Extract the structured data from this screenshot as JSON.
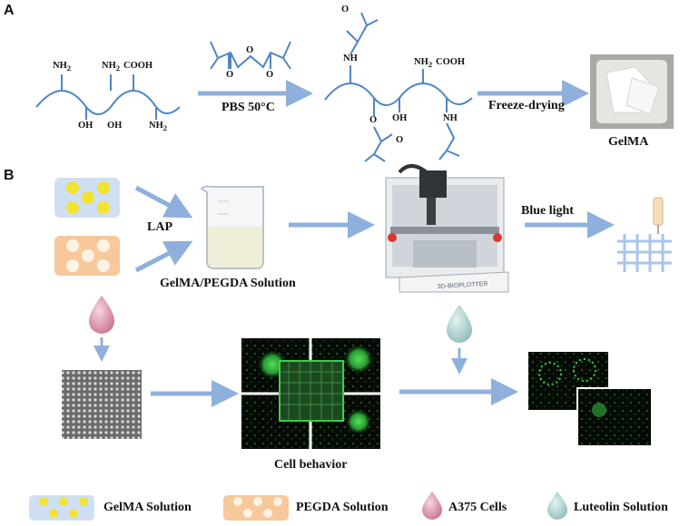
{
  "panels": {
    "a": "A",
    "b": "B"
  },
  "chem": {
    "nh2": "NH",
    "sub2": "2",
    "oh": "OH",
    "cooh": "COOH",
    "o": "O",
    "nh": "NH",
    "n": "N",
    "h": "H"
  },
  "steps": {
    "pbs": "PBS 50°C",
    "freeze": "Freeze-drying",
    "gelma": "GelMA",
    "lap": "LAP",
    "solution": "GelMA/PEGDA Solution",
    "blue_light": "Blue light",
    "cell_behavior": "Cell behavior",
    "printer_brand": "3D-BIOPLOTTER"
  },
  "legend": [
    {
      "label": "GelMA Solution",
      "icon": "yellow-dots-card"
    },
    {
      "label": "PEGDA Solution",
      "icon": "peach-dots-card"
    },
    {
      "label": "A375 Cells",
      "icon": "pink-drop"
    },
    {
      "label": "Luteolin Solution",
      "icon": "teal-drop"
    }
  ],
  "colors": {
    "chain": "#4f86c6",
    "arrow": "#8fb0dc",
    "gelma_card": "#cfe0f4",
    "gelma_dot": "#f2e233",
    "pegda_card": "#f6c89a",
    "pegda_dot": "#fdf2e4",
    "cell_drop": "#d98aa3",
    "luteolin_drop": "#a9cfcc",
    "fluor_green": "#3fd04a"
  }
}
